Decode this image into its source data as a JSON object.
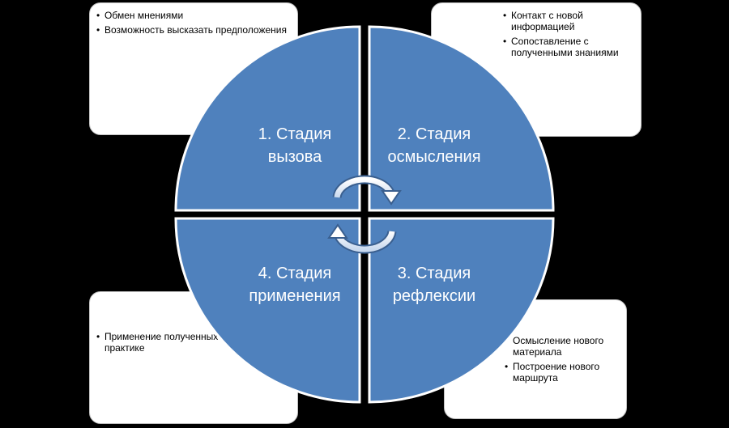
{
  "stages": [
    {
      "line1": "1. Стадия",
      "line2": "вызова"
    },
    {
      "line1": "2. Стадия",
      "line2": "осмысления"
    },
    {
      "line1": "3. Стадия",
      "line2": "рефлексии"
    },
    {
      "line1": "4. Стадия",
      "line2": "применения"
    }
  ],
  "notes": {
    "top_left": [
      "Обмен мнениями",
      "Возможность высказать предположения"
    ],
    "top_right": [
      "Контакт с новой информацией",
      "Сопоставление с полученными знаниями"
    ],
    "bottom_right": [
      "Осмысление нового материала",
      "Построение нового маршрута"
    ],
    "bottom_left": [
      "Применение полученных знаний на практике"
    ]
  },
  "colors": {
    "quadrant_fill": "#4f81bd",
    "quadrant_stroke": "#ffffff",
    "background": "#000000"
  },
  "icons": [
    "cycle-arrow-top-icon",
    "cycle-arrow-bottom-icon"
  ]
}
